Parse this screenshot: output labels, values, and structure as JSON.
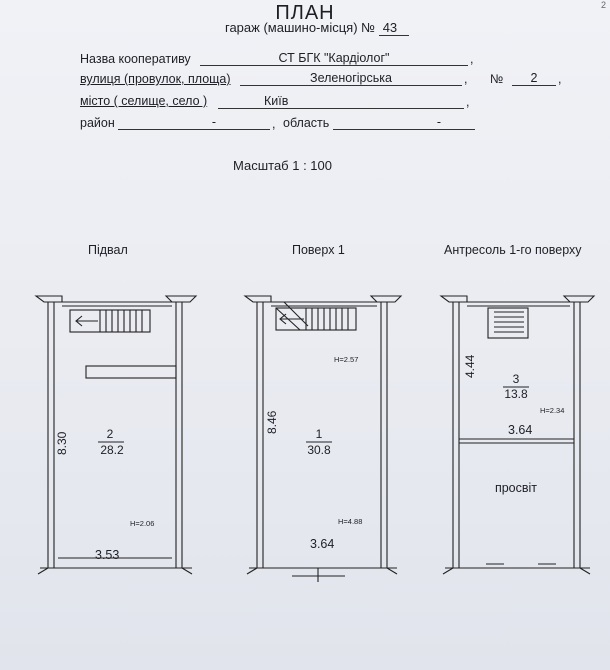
{
  "page_number": "2",
  "title": "ПЛАН",
  "subtitle": {
    "prefix": "гараж (машино-місця) №",
    "number": "43"
  },
  "form": {
    "coop_label": "Назва кооперативу",
    "coop_value": "СТ БГК \"Кардіолог\"",
    "street_label": "вулиця (провулок, площа)",
    "street_value": "Зеленогірська",
    "no_label": "№",
    "no_value": "2",
    "city_label": "місто ( селище, село )",
    "city_value": "Київ",
    "district_label": "район",
    "district_value": "-",
    "region_label": "область",
    "region_value": "-"
  },
  "scale": "Масштаб  1 : 100",
  "plans": [
    {
      "title": "Підвал",
      "height_label": "8.30",
      "room_number": "2",
      "room_area": "28.2",
      "ceiling": "H=2.06",
      "width_label": "3.53"
    },
    {
      "title": "Поверх 1",
      "height_label": "8.46",
      "room_number": "1",
      "room_area": "30.8",
      "ceiling_top": "H=2.57",
      "ceiling_bottom": "H=4.88",
      "width_label": "3.64"
    },
    {
      "title": "Антресоль 1-го поверху",
      "height_label": "4.44",
      "room_number": "3",
      "room_area": "13.8",
      "ceiling": "H=2.34",
      "width_label": "3.64",
      "void_label": "просвіт"
    }
  ]
}
